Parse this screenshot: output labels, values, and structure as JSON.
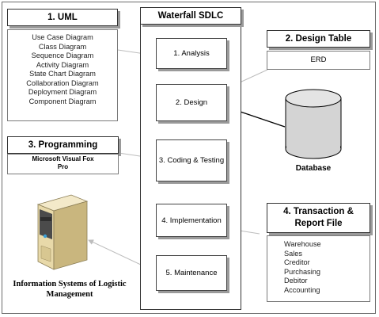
{
  "uml": {
    "title": "1. UML",
    "items": [
      "Use Case Diagram",
      "Class Diagram",
      "Sequence Diagram",
      "Activity Diagram",
      "State Chart Diagram",
      "Collaboration Diagram",
      "Deployment Diagram",
      "Component Diagram"
    ]
  },
  "sdlc": {
    "title": "Waterfall SDLC",
    "steps": [
      "1. Analysis",
      "2. Design",
      "3. Coding & Testing",
      "4. Implementation",
      "5. Maintenance"
    ]
  },
  "design_table": {
    "title": "2. Design Table",
    "content": "ERD"
  },
  "database": {
    "label": "Database"
  },
  "programming": {
    "title": "3. Programming Language",
    "content_line1": "Microsoft Visual Fox",
    "content_line2": "Pro"
  },
  "transaction": {
    "title_line1": "4. Transaction &",
    "title_line2": "Report File",
    "items": [
      "Warehouse",
      "Sales",
      "Creditor",
      "Purchasing",
      "Debitor",
      "Accounting"
    ]
  },
  "system": {
    "label_line1": "Information Systems of Logistic",
    "label_line2": "Management"
  }
}
